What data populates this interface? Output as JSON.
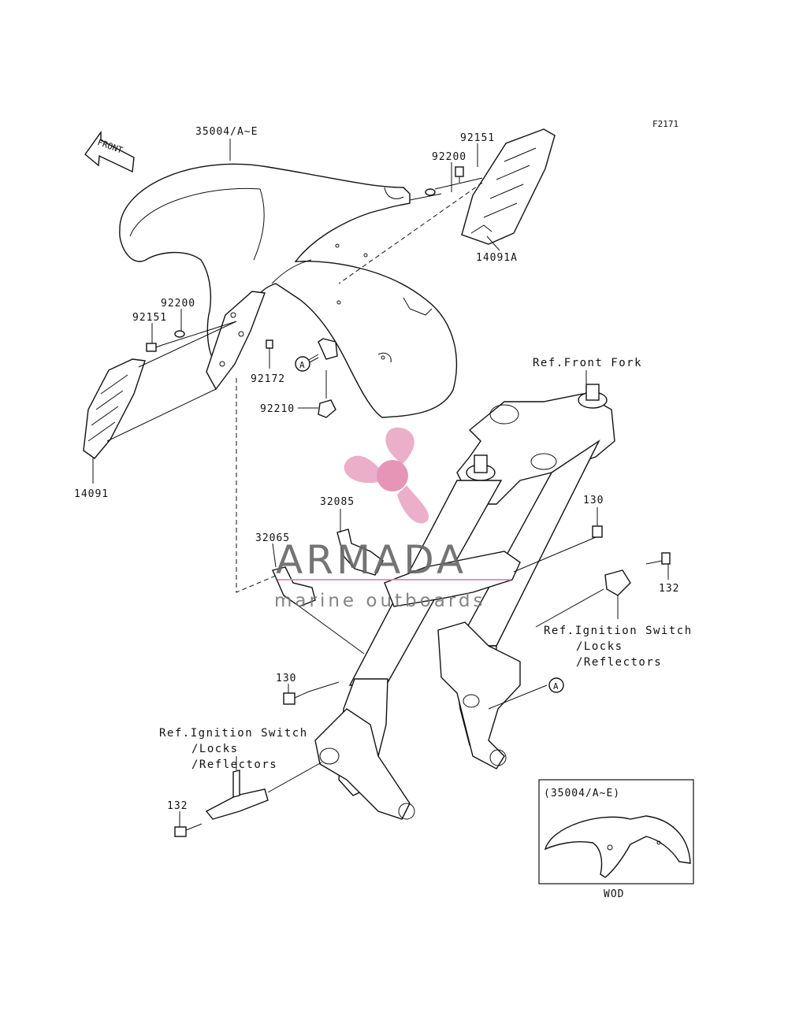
{
  "diagram": {
    "code": "F2171",
    "front_label": "FRONT",
    "parts": {
      "fender": "35004/A~E",
      "bolt_top": "92151",
      "washer_top": "92200",
      "cover_right": "14091A",
      "washer_left": "92200",
      "bolt_left": "92151",
      "cover_left": "14091",
      "bolt_small": "92172",
      "clamp": "92210",
      "bracket_upper": "32085",
      "bracket_lower": "32065",
      "bolt_130_right": "130",
      "bolt_132_right": "132",
      "bolt_130_left": "130",
      "bolt_132_left": "132"
    },
    "callout_letter": "A",
    "references": {
      "front_fork": "Ref.Front Fork",
      "ignition_right_1": "Ref.Ignition Switch",
      "ignition_right_2": "/Locks",
      "ignition_right_3": "/Reflectors",
      "ignition_left_1": "Ref.Ignition Switch",
      "ignition_left_2": "/Locks",
      "ignition_left_3": "/Reflectors"
    },
    "inset": {
      "title": "(35004/A~E)",
      "caption": "WOD"
    }
  },
  "watermark": {
    "brand": "ARMADA",
    "tagline": "marine outboards",
    "color": "#e48ab0"
  }
}
